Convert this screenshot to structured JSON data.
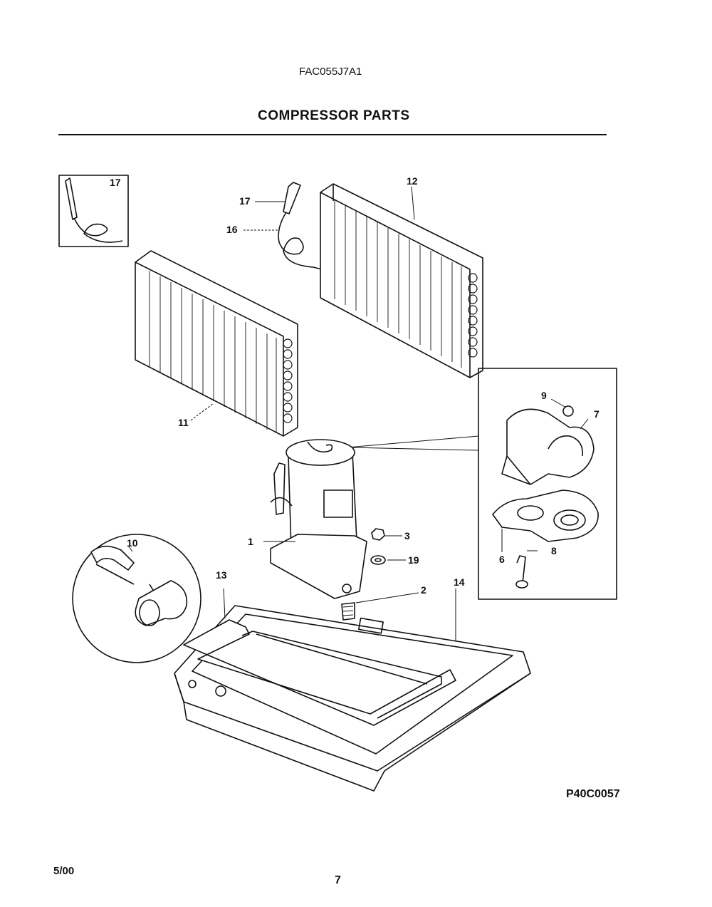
{
  "header": {
    "model": "FAC055J7A1",
    "title": "COMPRESSOR PARTS"
  },
  "diagram": {
    "drawing_code": "P40C0057",
    "callouts": {
      "c1": "1",
      "c2": "2",
      "c3": "3",
      "c6": "6",
      "c7": "7",
      "c8": "8",
      "c9": "9",
      "c10": "10",
      "c11": "11",
      "c12": "12",
      "c13": "13",
      "c14": "14",
      "c16": "16",
      "c17a": "17",
      "c17b": "17",
      "c19": "19"
    }
  },
  "footer": {
    "date": "5/00",
    "page_number": "7"
  }
}
